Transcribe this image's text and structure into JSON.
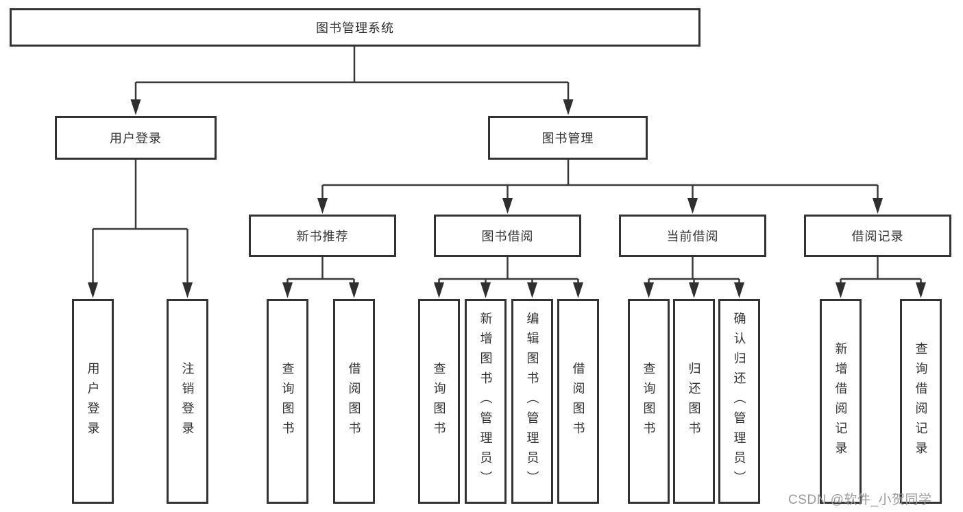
{
  "diagram": {
    "root": "图书管理系统",
    "branches": [
      {
        "label": "用户登录",
        "children": [
          "用户登录",
          "注销登录"
        ]
      },
      {
        "label": "图书管理",
        "groups": [
          {
            "label": "新书推荐",
            "children": [
              "查询图书",
              "借阅图书"
            ]
          },
          {
            "label": "图书借阅",
            "children": [
              "查询图书",
              "新增图书（管理员）",
              "编辑图书（管理员）",
              "借阅图书"
            ]
          },
          {
            "label": "当前借阅",
            "children": [
              "查询图书",
              "归还图书",
              "确认归还（管理员）"
            ]
          },
          {
            "label": "借阅记录",
            "children": [
              "新增借阅记录",
              "查询借阅记录"
            ]
          }
        ]
      }
    ]
  },
  "watermark": {
    "text": "CSDN @软件_小贺同学",
    "color": "#9b9b9b"
  },
  "colors": {
    "line": "#3a3a3a",
    "arrow": "#2f2f2f",
    "box_border": "#333333",
    "text": "#333333",
    "background": "#ffffff",
    "watermark": "#9b9b9b"
  }
}
